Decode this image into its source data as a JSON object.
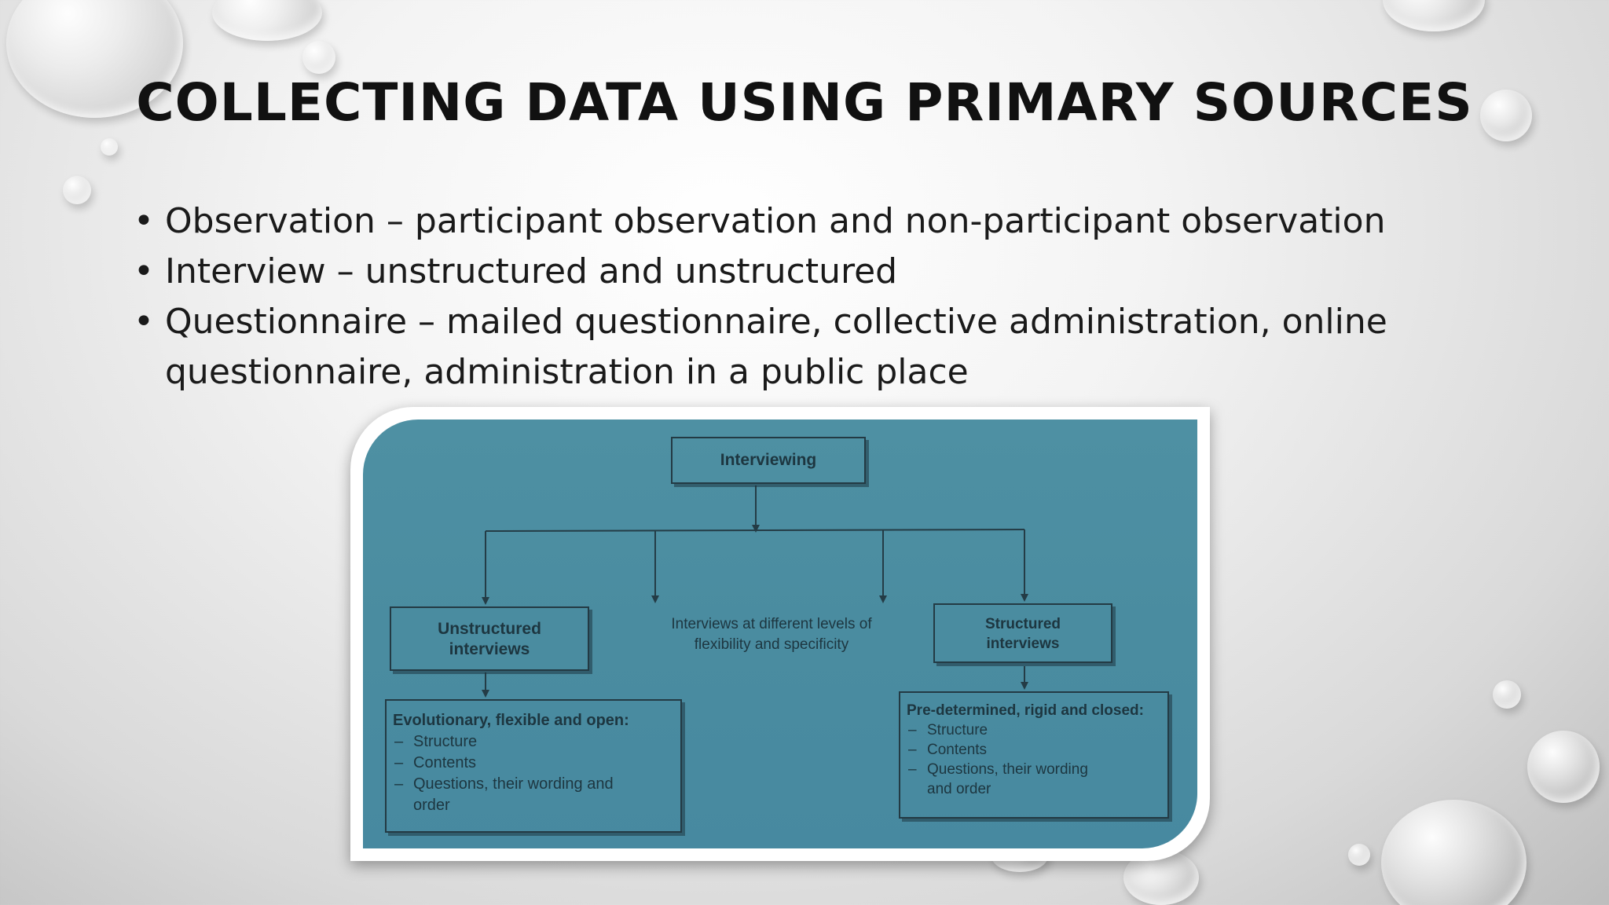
{
  "slide": {
    "title": "COLLECTING DATA USING PRIMARY SOURCES",
    "bullets": [
      "Observation – participant observation and non-participant observation",
      "Interview – unstructured and unstructured",
      "Questionnaire – mailed questionnaire, collective administration, online questionnaire, administration in a public place"
    ]
  },
  "diagram": {
    "root": "Interviewing",
    "left_box": "Unstructured interviews",
    "middle_text": "Interviews at different levels of flexibility and specificity",
    "right_box": "Structured interviews",
    "left_detail": {
      "heading": "Evolutionary, flexible and open:",
      "items": [
        "Structure",
        "Contents",
        "Questions, their wording and order"
      ]
    },
    "right_detail": {
      "heading": "Pre-determined, rigid and closed:",
      "items": [
        "Structure",
        "Contents",
        "Questions, their wording and order"
      ]
    }
  },
  "colors": {
    "photo_bg": "#4a8ca0",
    "ink": "#1d3640",
    "title": "#111111"
  }
}
